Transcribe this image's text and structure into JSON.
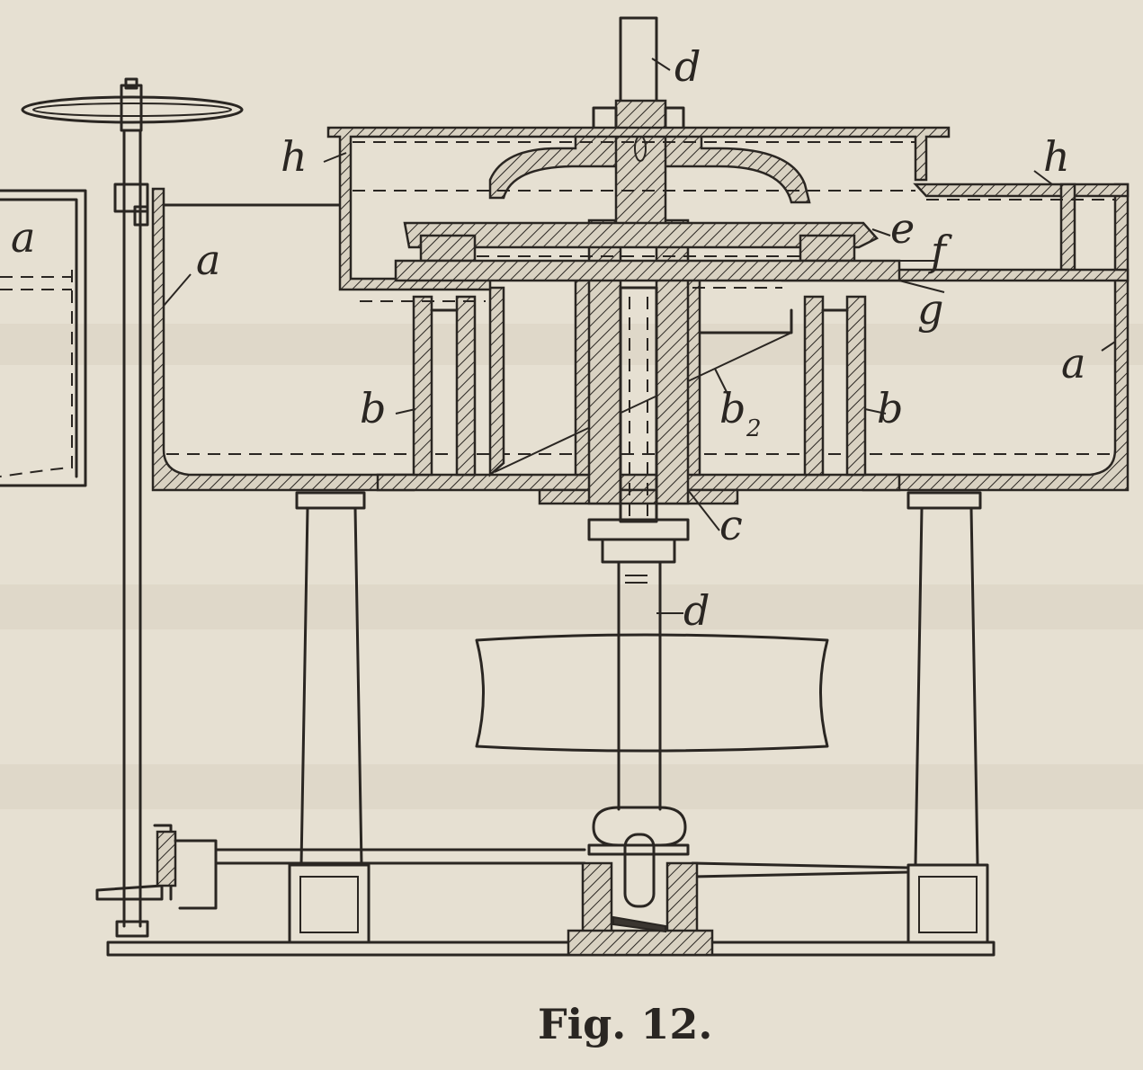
{
  "caption": "Fig. 12.",
  "labels": {
    "d_top": "d",
    "h_left": "h",
    "h_right": "h",
    "a_far_left": "a",
    "a_left": "a",
    "a_right": "a",
    "e": "e",
    "f": "f",
    "g": "g",
    "b_left": "b",
    "b_right": "b",
    "b2": "b",
    "b2_sub": "2",
    "c": "c",
    "d_bottom": "d"
  },
  "colors": {
    "paper": "#e6e0d2",
    "ink": "#2a2622"
  }
}
